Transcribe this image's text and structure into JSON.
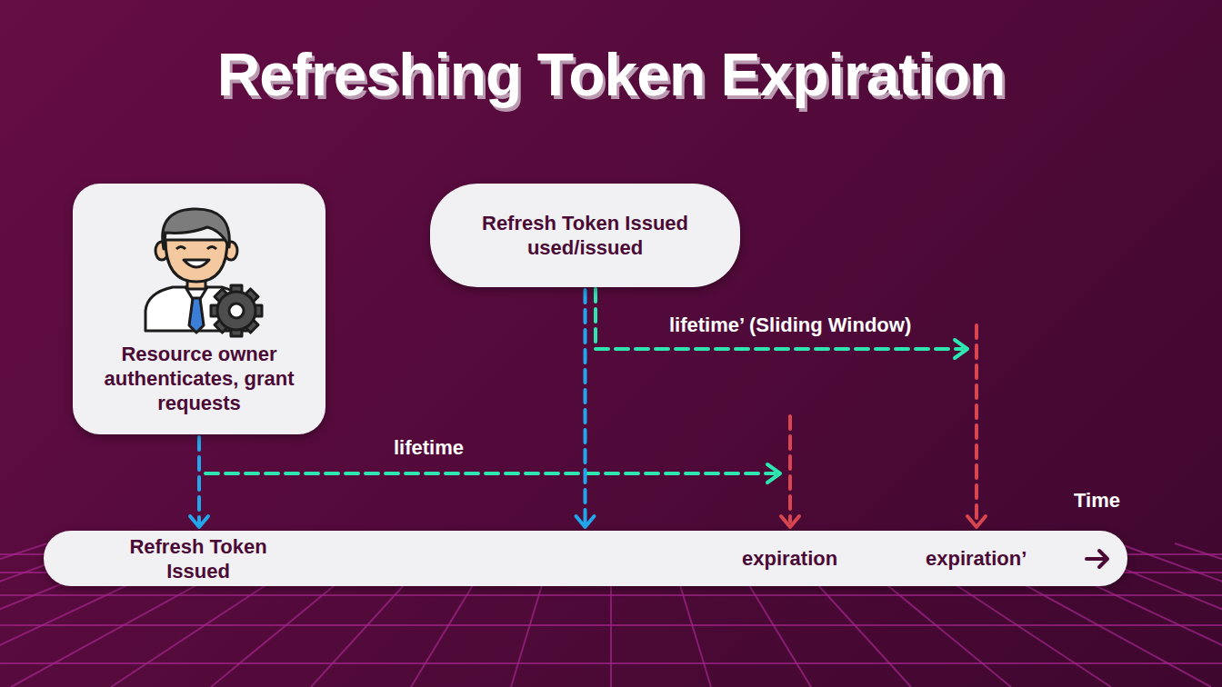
{
  "diagram": {
    "title": "Refreshing Token Expiration",
    "nodes": [
      {
        "text": [
          "Resource owner authenticates, grant requests"
        ]
      },
      {
        "text": [
          "Refresh Token Issued used/issued"
        ]
      },
      {
        "text": [
          "Refresh Token Issued",
          "expiration",
          "expiration’"
        ]
      }
    ],
    "edges": [
      {
        "from": 0,
        "to": 2,
        "arrow": "to"
      },
      {
        "from": 1,
        "to": 2,
        "arrow": "to"
      }
    ],
    "labels": [
      "lifetime",
      "lifetime’ (Sliding Window)",
      "Time"
    ]
  }
}
